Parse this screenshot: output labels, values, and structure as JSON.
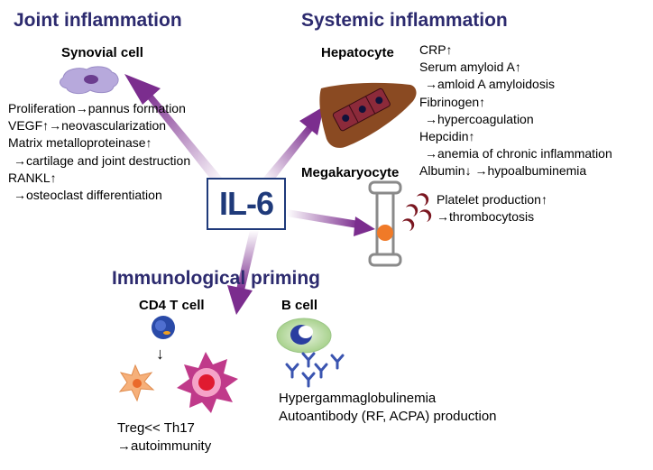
{
  "center": {
    "label": "IL-6"
  },
  "joint": {
    "heading": "Joint inflammation",
    "cell": "Synovial cell",
    "lines": [
      "Proliferation→pannus formation",
      "VEGF↑→neovascularization",
      "Matrix metalloproteinase↑",
      " →cartilage and joint destruction",
      "RANKL↑",
      " →osteoclast differentiation"
    ]
  },
  "systemic": {
    "heading": "Systemic inflammation",
    "hepatocyte": {
      "cell": "Hepatocyte",
      "lines": [
        "CRP↑",
        "Serum amyloid A↑",
        " →amloid A amyloidosis",
        "Fibrinogen↑",
        " →hypercoagulation",
        "Hepcidin↑",
        " →anemia of chronic inflammation",
        "Albumin↓ →hypoalbuminemia"
      ]
    },
    "megakaryocyte": {
      "cell": "Megakaryocyte",
      "lines": [
        "Platelet production↑",
        "→thrombocytosis"
      ]
    }
  },
  "immune": {
    "heading": "Immunological priming",
    "cd4": {
      "cell": "CD4 T cell",
      "arrow": "↓",
      "lines": [
        "Treg<< Th17",
        "→autoimmunity"
      ]
    },
    "bcell": {
      "cell": "B cell",
      "lines": [
        "Hypergammaglobulinemia",
        "Autoantibody (RF, ACPA) production"
      ]
    }
  },
  "colors": {
    "heading": "#2c2a6e",
    "arrow": "#7b2d8e",
    "box_border": "#1f3a7a",
    "liver": "#8a4a22",
    "platelet": "#7a1620",
    "synovial": "#b7a9dc",
    "tcell": "#2a4aa8",
    "antibody": "#3a54b0"
  }
}
